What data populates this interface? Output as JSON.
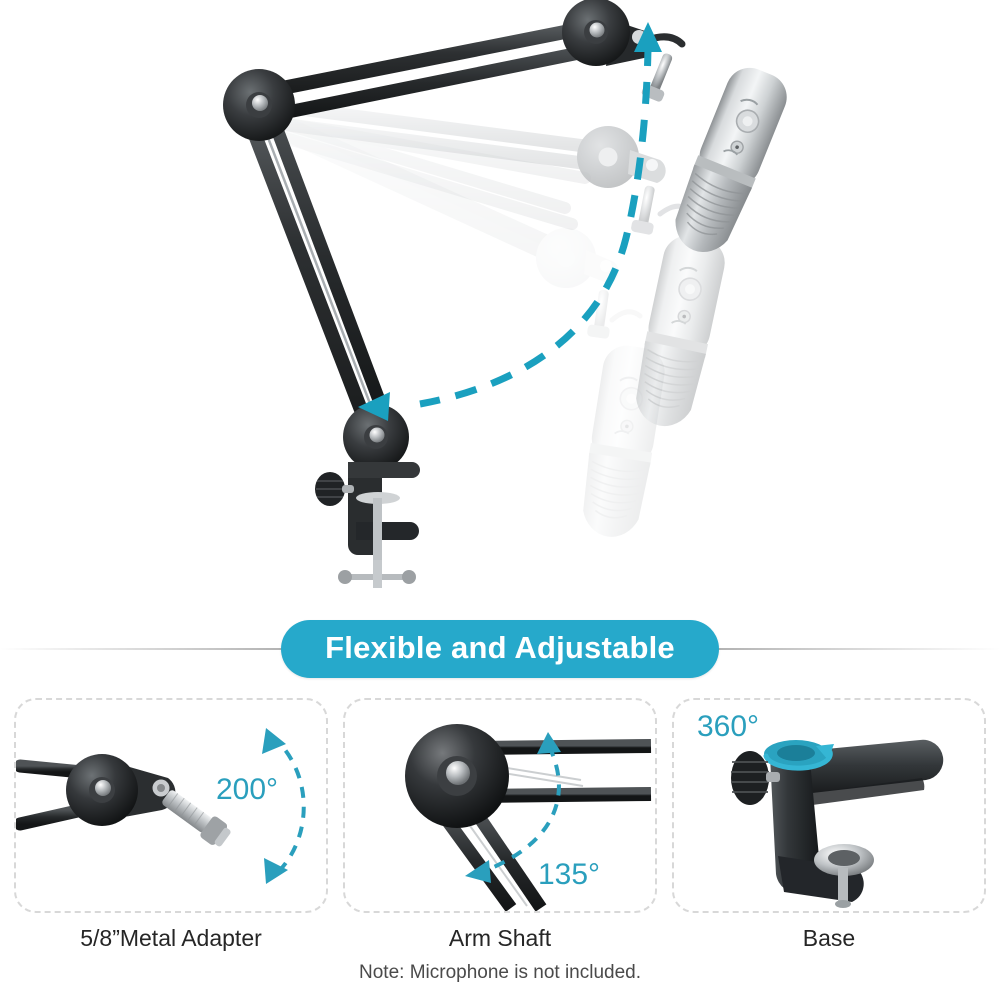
{
  "banner": {
    "title": "Flexible and Adjustable",
    "accent_color": "#26a9cb",
    "text_color": "#ffffff"
  },
  "hero": {
    "alt": "Adjustable microphone boom arm with desk clamp, shown sweeping through three positions with a condenser microphone mounted",
    "motion_arc_color": "#1aa0bf",
    "arm_color": "#333638",
    "ghost_note": "faded duplicate arm and microphone positions indicate range of motion",
    "positions": [
      {
        "label": "raised",
        "opacity": 1.0
      },
      {
        "label": "middle",
        "opacity": 0.45
      },
      {
        "label": "lowered",
        "opacity": 0.18
      }
    ]
  },
  "panels": [
    {
      "id": "metal-adapter",
      "caption": "5/8”Metal Adapter",
      "angle_label": "200°",
      "angle_color": "#2a9fbd",
      "arc_style": "dashed double-headed arc"
    },
    {
      "id": "arm-shaft",
      "caption": "Arm Shaft",
      "angle_label": "135°",
      "angle_color": "#2a9fbd",
      "arc_style": "dashed double-headed arc"
    },
    {
      "id": "base",
      "caption": "Base",
      "angle_label": "360°",
      "angle_color": "#2a9fbd",
      "arc_style": "cyan rotation ring with arrow"
    }
  ],
  "note": "Note: Microphone is not included.",
  "colors": {
    "accent": "#26a9cb",
    "accent_dark": "#1aa0bf",
    "metal_dark": "#2e3133",
    "metal_light": "#c9ccce",
    "panel_border": "#d8d8d8",
    "text": "#262626"
  }
}
